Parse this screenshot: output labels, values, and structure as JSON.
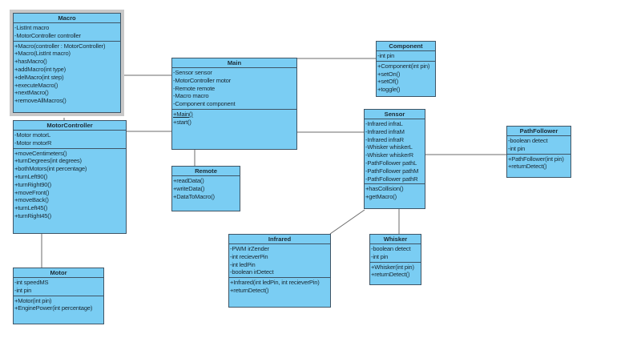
{
  "diagram": {
    "box_fill": "#7acdf3",
    "border_color": "#3f5566",
    "selected_class": "Macro",
    "classes": [
      {
        "id": "macro",
        "name": "Macro",
        "attributes": [
          "-ListInt macro",
          "-MotorController controller"
        ],
        "operations": [
          "+Macro(controller : MotorController)",
          "+Macro(ListInt macro)",
          "+hasMacro()",
          "+addMacro(int type)",
          "+delMacro(int step)",
          "+executeMacro()",
          "+nextMacro()",
          "+removeAllMacros()"
        ]
      },
      {
        "id": "motorcontroller",
        "name": "MotorController",
        "attributes": [
          "-Motor motorL",
          "-Motor motorR"
        ],
        "operations": [
          "+moveCentimeters()",
          "+turnDegrees(int degrees)",
          "+bothMotors(int percentage)",
          "+turnLeft90()",
          "+turnRight90()",
          "+moveFront()",
          "+moveBack()",
          "+turnLeft45()",
          "+turnRight45()"
        ]
      },
      {
        "id": "motor",
        "name": "Motor",
        "attributes": [
          "-int speedMS",
          "-int pin"
        ],
        "operations": [
          "+Motor(int pin)",
          "+EnginePower(int percentage)"
        ]
      },
      {
        "id": "main",
        "name": "Main",
        "attributes": [
          "-Sensor sensor",
          "-MotorController motor",
          "-Remote remote",
          "-Macro macro",
          "-Component component"
        ],
        "operations": [
          "+Main()",
          "+start()"
        ],
        "static_operations": [
          "+Main()"
        ]
      },
      {
        "id": "remote",
        "name": "Remote",
        "attributes": [],
        "operations": [
          "+readData()",
          "+writeData()",
          "+DataToMacro()"
        ]
      },
      {
        "id": "component",
        "name": "Component",
        "attributes": [
          "-int pin"
        ],
        "operations": [
          "+Component(int pin)",
          "+setOn()",
          "+setOf()",
          "+toggle()"
        ]
      },
      {
        "id": "sensor",
        "name": "Sensor",
        "attributes": [
          "-Infrared infraL",
          "-Infrared infraM",
          "-Infrared infraR",
          "-Whisker whiskerL",
          "-Whisker whiskerR",
          "-PathFollower pathL",
          "-PathFollower pathM",
          "-PathFollower pathR"
        ],
        "operations": [
          "+hasCollision()",
          "+getMacro()"
        ]
      },
      {
        "id": "pathfollower",
        "name": "PathFollower",
        "attributes": [
          "-boolean detect",
          "-int pin"
        ],
        "operations": [
          "+PathFollower(int pin)",
          "+returnDetect()"
        ]
      },
      {
        "id": "infrared",
        "name": "Infrared",
        "attributes": [
          "-PWM irZender",
          "-int recieverPin",
          "-int ledPin",
          "-boolean irDetect"
        ],
        "operations": [
          "+Infrared(int ledPin, int recieverPin)",
          "+returnDetect()"
        ]
      },
      {
        "id": "whisker",
        "name": "Whisker",
        "attributes": [
          "-boolean detect",
          "-int pin"
        ],
        "operations": [
          "+Whisker(int pin)",
          "+returnDetect()"
        ]
      }
    ],
    "associations": [
      [
        "macro",
        "main"
      ],
      [
        "macro",
        "motorcontroller"
      ],
      [
        "motorcontroller",
        "main"
      ],
      [
        "motorcontroller",
        "motor"
      ],
      [
        "main",
        "remote"
      ],
      [
        "main",
        "component"
      ],
      [
        "main",
        "sensor"
      ],
      [
        "sensor",
        "pathfollower"
      ],
      [
        "sensor",
        "infrared"
      ],
      [
        "sensor",
        "whisker"
      ]
    ]
  }
}
